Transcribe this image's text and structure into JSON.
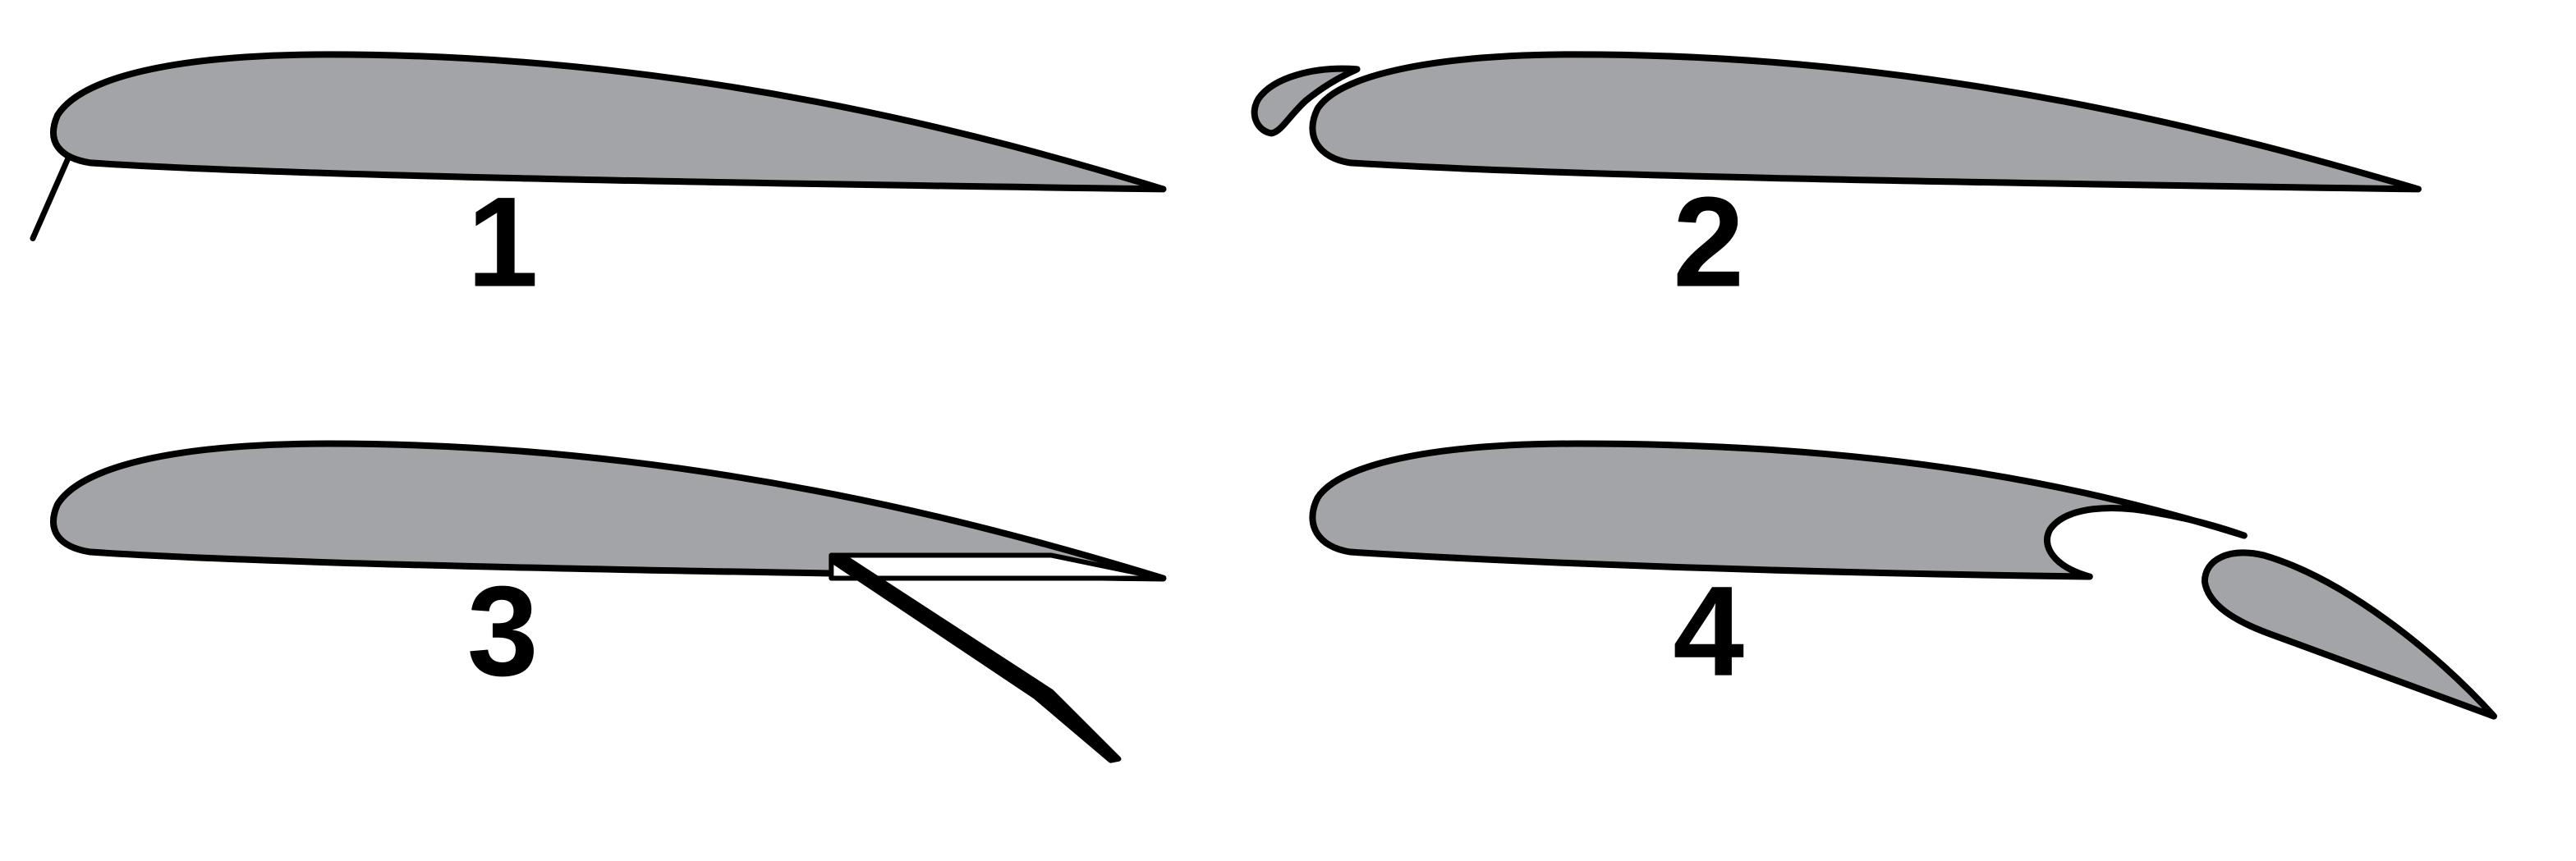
{
  "colors": {
    "airfoil_fill": "#a3a4a7",
    "outline": "#000000",
    "background": "#ffffff"
  },
  "panels": [
    {
      "label": "1"
    },
    {
      "label": "2"
    },
    {
      "label": "3"
    },
    {
      "label": "4"
    }
  ]
}
